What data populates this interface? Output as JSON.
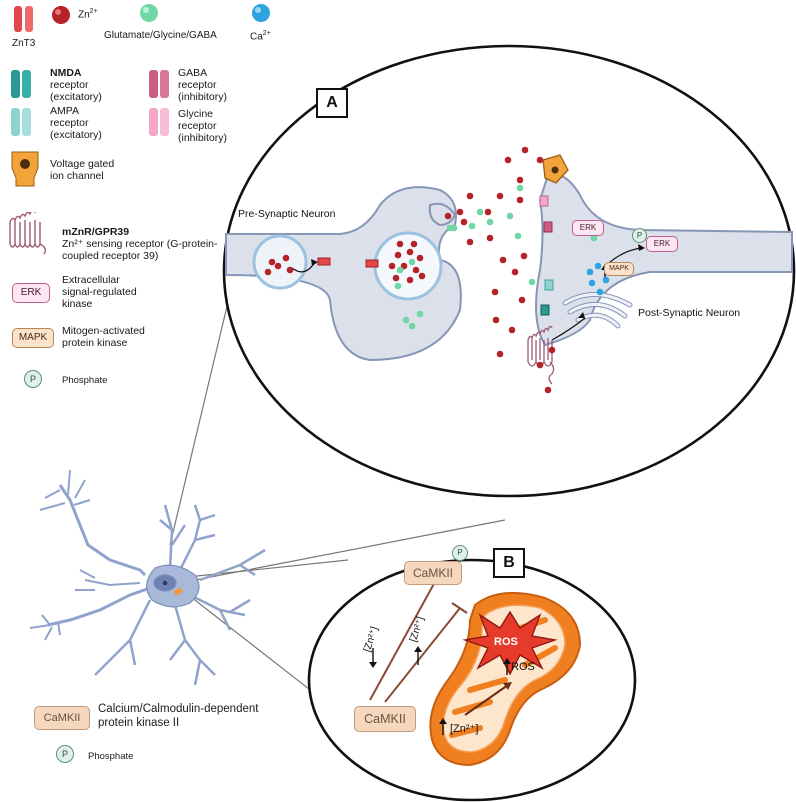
{
  "legend": {
    "znt3": "ZnT3",
    "zn": "Zn",
    "zn_sup": "2+",
    "glutamate": "Glutamate/Glycine/GABA",
    "ca": "Ca",
    "ca_sup": "2+",
    "nmda": [
      "NMDA",
      "receptor",
      "(excitatory)"
    ],
    "gaba": [
      "GABA",
      "receptor",
      "(inhibitory)"
    ],
    "ampa": [
      "AMPA",
      "receptor",
      "(excitatory)"
    ],
    "glycine": [
      "Glycine",
      "receptor",
      "(inhibitory)"
    ],
    "vgic": [
      "Voltage gated",
      "ion channel"
    ],
    "gpr39_title": "mZnR/GPR39",
    "gpr39_desc": [
      "Zn²⁺ sensing receptor (G-protein-",
      "coupled receptor 39)"
    ],
    "erk_badge": "ERK",
    "erk_desc": [
      "Extracellular",
      "signal-regulated",
      "kinase"
    ],
    "mapk_badge": "MAPK",
    "mapk_desc": [
      "Mitogen-activated",
      "protein kinase"
    ],
    "p_symbol": "P",
    "phosphate": "Phosphate",
    "camkii_badge": "CaMKII",
    "camkii_desc": [
      "Calcium/Calmodulin-dependent",
      "protein kinase II"
    ],
    "phosphate2": "Phosphate"
  },
  "panel_a": {
    "label": "A",
    "pre_neuron": "Pre-Synaptic Neuron",
    "post_neuron": "Post-Synaptic Neuron",
    "erk": "ERK",
    "erk2": "ERK",
    "mapk": "MAPK",
    "p": "P"
  },
  "panel_b": {
    "label": "B",
    "camkii_top": "CaMKII",
    "camkii_bottom": "CaMKII",
    "p": "P",
    "zn_down": "[Zn²⁺]",
    "zn_up": "[Zn²⁺]",
    "ros_burst": "ROS",
    "ros_arrow": "ROS",
    "zn_mito": "[Zn²⁺]"
  },
  "colors": {
    "zinc": "#b52228",
    "glutamate": "#6fd6a4",
    "calcium": "#2ea3df",
    "znt3": "#e4474b",
    "nmda": "#2c9a94",
    "ampa": "#8fd3d0",
    "gaba": "#cc5d86",
    "glycine": "#f4a7c7",
    "neuron": "#d9dde6",
    "mito": "#f08a2a",
    "ros": "#e63a2a"
  }
}
